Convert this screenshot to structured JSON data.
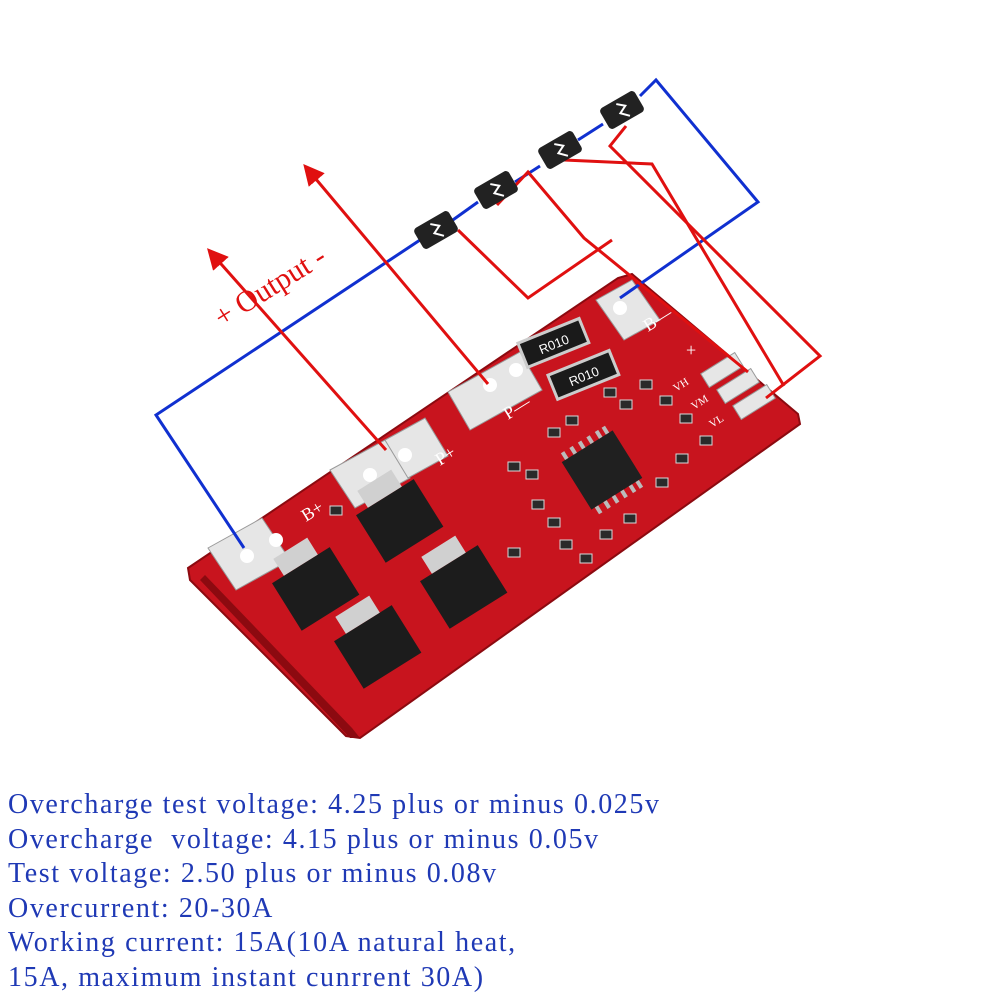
{
  "diagram": {
    "output_label": "+ Output -",
    "resistor_marking": "R010",
    "pad_labels": {
      "b_plus": "B+",
      "p_plus": "P+",
      "p_minus": "P—",
      "b_minus": "B—",
      "plus": "+",
      "vh": "VH",
      "vm": "VM",
      "vl": "VL"
    },
    "colors": {
      "board": "#c8141e",
      "wire_positive": "#e01010",
      "wire_negative": "#1030d0",
      "text": "#1f39b5"
    }
  },
  "specs": [
    "Overcharge test voltage: 4.25 plus or minus 0.025v",
    "Overcharge  voltage: 4.15 plus or minus 0.05v",
    "Test voltage: 2.50 plus or minus 0.08v",
    "Overcurrent: 20-30A",
    "Working current: 15A(10A natural heat,",
    "15A, maximum instant cunrrent 30A)"
  ]
}
